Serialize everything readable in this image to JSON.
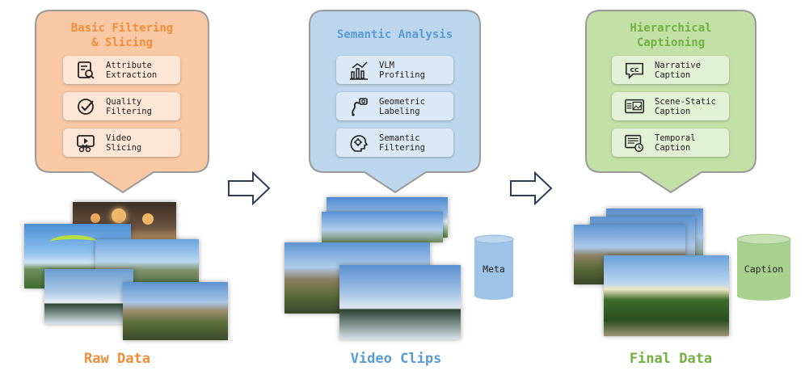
{
  "stages": [
    {
      "title_line1": "Basic Filtering",
      "title_line2": "& Slicing",
      "items": [
        {
          "line1": "Attribute",
          "line2": "Extraction",
          "icon": "document-search-icon"
        },
        {
          "line1": "Quality",
          "line2": "Filtering",
          "icon": "check-circle-icon"
        },
        {
          "line1": "Video",
          "line2": "Slicing",
          "icon": "video-scissors-icon"
        }
      ],
      "output_label": "Raw Data"
    },
    {
      "title_line1": "Semantic Analysis",
      "title_line2": "",
      "items": [
        {
          "line1": "VLM",
          "line2": "Profiling",
          "icon": "bar-chart-icon"
        },
        {
          "line1": "Geometric",
          "line2": "Labeling",
          "icon": "camera-path-icon"
        },
        {
          "line1": "Semantic",
          "line2": "Filtering",
          "icon": "brain-gear-icon"
        }
      ],
      "output_label": "Video Clips",
      "store_label": "Meta"
    },
    {
      "title_line1": "Hierarchical",
      "title_line2": "Captioning",
      "items": [
        {
          "line1": "Narrative",
          "line2": "Caption",
          "icon": "cc-icon"
        },
        {
          "line1": "Scene-Static",
          "line2": "Caption",
          "icon": "image-caption-icon"
        },
        {
          "line1": "Temporal",
          "line2": "Caption",
          "icon": "text-clock-icon"
        }
      ],
      "output_label": "Final Data",
      "store_label": "Caption"
    }
  ],
  "colors": {
    "stage1_fill": "#f9c9a6",
    "stage1_accent": "#f08c3a",
    "stage1_item": "#fde6d6",
    "stage2_fill": "#bcd6ee",
    "stage2_accent": "#5b9bd5",
    "stage2_item": "#dbe8f5",
    "stage3_fill": "#c3e0a7",
    "stage3_accent": "#72b043",
    "stage3_item": "#e2f0d6",
    "border": "#9a9a9a",
    "meta_db": "#9dc3e6",
    "caption_db": "#a9d18e"
  }
}
